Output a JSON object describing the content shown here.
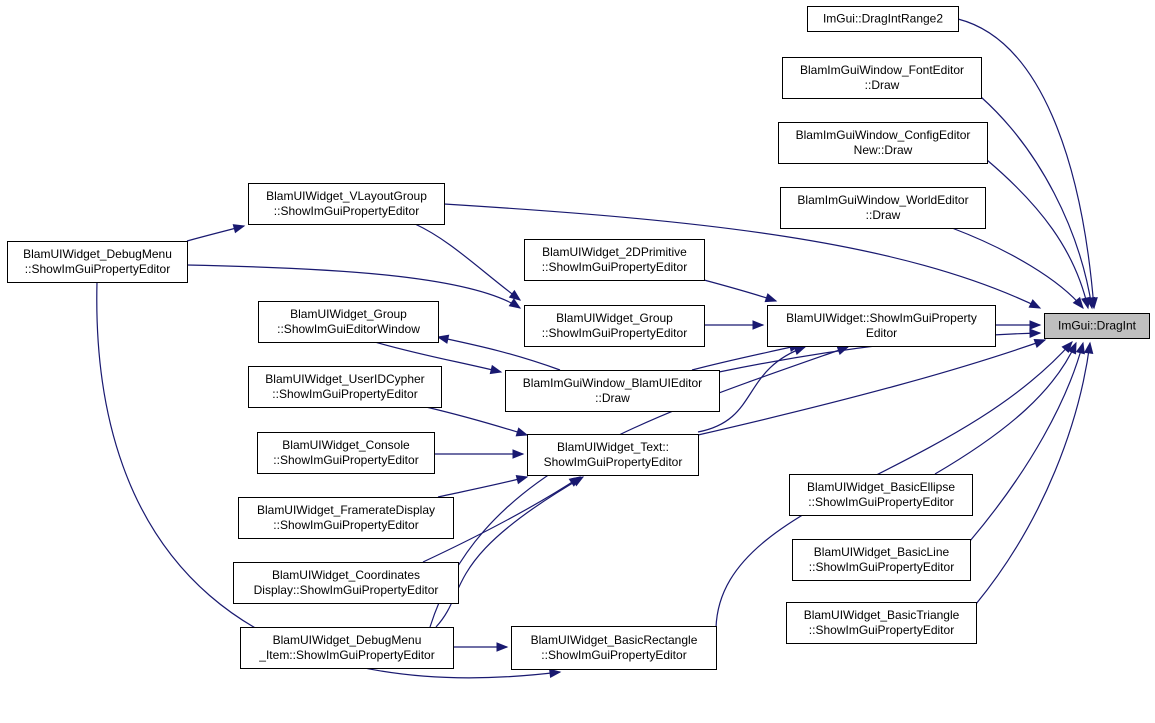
{
  "nodes": [
    {
      "id": "dragint",
      "lines": [
        "ImGui::DragInt"
      ],
      "focus": true
    },
    {
      "id": "dragintrange2",
      "lines": [
        "ImGui::DragIntRange2"
      ]
    },
    {
      "id": "fonteditor",
      "lines": [
        "BlamImGuiWindow_FontEditor",
        "::Draw"
      ]
    },
    {
      "id": "configeditor",
      "lines": [
        "BlamImGuiWindow_ConfigEditor",
        "New::Draw"
      ]
    },
    {
      "id": "worldeditor",
      "lines": [
        "BlamImGuiWindow_WorldEditor",
        "::Draw"
      ]
    },
    {
      "id": "vlayoutgroup",
      "lines": [
        "BlamUIWidget_VLayoutGroup",
        "::ShowImGuiPropertyEditor"
      ]
    },
    {
      "id": "debugmenu",
      "lines": [
        "BlamUIWidget_DebugMenu",
        "::ShowImGuiPropertyEditor"
      ]
    },
    {
      "id": "prim2d",
      "lines": [
        "BlamUIWidget_2DPrimitive",
        "::ShowImGuiPropertyEditor"
      ]
    },
    {
      "id": "uiwidget",
      "lines": [
        "BlamUIWidget::ShowImGuiProperty",
        "Editor"
      ]
    },
    {
      "id": "groupeditorwindow",
      "lines": [
        "BlamUIWidget_Group",
        "::ShowImGuiEditorWindow"
      ]
    },
    {
      "id": "groupprop",
      "lines": [
        "BlamUIWidget_Group",
        "::ShowImGuiPropertyEditor"
      ]
    },
    {
      "id": "uieditor",
      "lines": [
        "BlamImGuiWindow_BlamUIEditor",
        "::Draw"
      ]
    },
    {
      "id": "useridcypher",
      "lines": [
        "BlamUIWidget_UserIDCypher",
        "::ShowImGuiPropertyEditor"
      ]
    },
    {
      "id": "text",
      "lines": [
        "BlamUIWidget_Text::",
        "ShowImGuiPropertyEditor"
      ]
    },
    {
      "id": "console",
      "lines": [
        "BlamUIWidget_Console",
        "::ShowImGuiPropertyEditor"
      ]
    },
    {
      "id": "framerate",
      "lines": [
        "BlamUIWidget_FramerateDisplay",
        "::ShowImGuiPropertyEditor"
      ]
    },
    {
      "id": "coordinates",
      "lines": [
        "BlamUIWidget_Coordinates",
        "Display::ShowImGuiPropertyEditor"
      ]
    },
    {
      "id": "menuitem",
      "lines": [
        "BlamUIWidget_DebugMenu",
        "_Item::ShowImGuiPropertyEditor"
      ]
    },
    {
      "id": "basicrect",
      "lines": [
        "BlamUIWidget_BasicRectangle",
        "::ShowImGuiPropertyEditor"
      ]
    },
    {
      "id": "ellipse",
      "lines": [
        "BlamUIWidget_BasicEllipse",
        "::ShowImGuiPropertyEditor"
      ]
    },
    {
      "id": "line",
      "lines": [
        "BlamUIWidget_BasicLine",
        "::ShowImGuiPropertyEditor"
      ]
    },
    {
      "id": "triangle",
      "lines": [
        "BlamUIWidget_BasicTriangle",
        "::ShowImGuiPropertyEditor"
      ]
    }
  ],
  "edges": [
    {
      "from": "dragintrange2",
      "to": "dragint"
    },
    {
      "from": "fonteditor",
      "to": "dragint"
    },
    {
      "from": "configeditor",
      "to": "dragint"
    },
    {
      "from": "worldeditor",
      "to": "dragint"
    },
    {
      "from": "vlayoutgroup",
      "to": "dragint"
    },
    {
      "from": "uiwidget",
      "to": "dragint"
    },
    {
      "from": "uieditor",
      "to": "dragint"
    },
    {
      "from": "text",
      "to": "dragint"
    },
    {
      "from": "basicrect",
      "to": "dragint"
    },
    {
      "from": "ellipse",
      "to": "dragint"
    },
    {
      "from": "line",
      "to": "dragint"
    },
    {
      "from": "triangle",
      "to": "dragint"
    },
    {
      "from": "debugmenu",
      "to": "vlayoutgroup"
    },
    {
      "from": "debugmenu",
      "to": "groupprop"
    },
    {
      "from": "debugmenu",
      "to": "basicrect"
    },
    {
      "from": "vlayoutgroup",
      "to": "groupprop"
    },
    {
      "from": "prim2d",
      "to": "uiwidget"
    },
    {
      "from": "groupprop",
      "to": "uiwidget"
    },
    {
      "from": "uieditor",
      "to": "uiwidget"
    },
    {
      "from": "text",
      "to": "uiwidget"
    },
    {
      "from": "menuitem",
      "to": "uiwidget"
    },
    {
      "from": "uieditor",
      "to": "groupeditorwindow"
    },
    {
      "from": "groupeditorwindow",
      "to": "uieditor"
    },
    {
      "from": "useridcypher",
      "to": "text"
    },
    {
      "from": "console",
      "to": "text"
    },
    {
      "from": "framerate",
      "to": "text"
    },
    {
      "from": "coordinates",
      "to": "text"
    },
    {
      "from": "menuitem",
      "to": "text"
    },
    {
      "from": "menuitem",
      "to": "basicrect"
    }
  ]
}
